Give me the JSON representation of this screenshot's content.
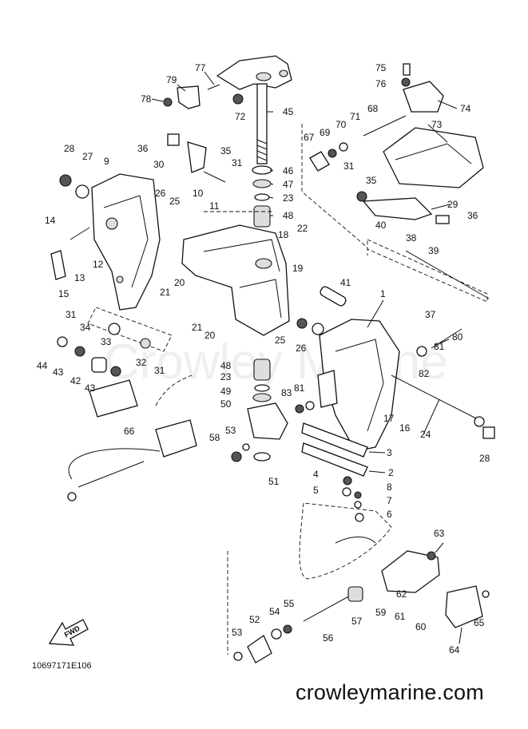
{
  "diagram": {
    "code": "10697171E106",
    "footer": "crowleymarine.com",
    "watermark": "Crowley Marine",
    "direction_label": "FWD",
    "part_numbers": [
      "1",
      "2",
      "3",
      "4",
      "5",
      "6",
      "7",
      "8",
      "9",
      "10",
      "11",
      "12",
      "13",
      "14",
      "15",
      "16",
      "17",
      "18",
      "19",
      "20",
      "21",
      "22",
      "23",
      "24",
      "25",
      "26",
      "27",
      "28",
      "29",
      "30",
      "31",
      "32",
      "33",
      "34",
      "35",
      "36",
      "37",
      "38",
      "39",
      "40",
      "41",
      "42",
      "43",
      "44",
      "45",
      "46",
      "47",
      "48",
      "49",
      "50",
      "51",
      "52",
      "53",
      "54",
      "55",
      "56",
      "57",
      "58",
      "59",
      "60",
      "61",
      "62",
      "63",
      "64",
      "65",
      "66",
      "67",
      "68",
      "69",
      "70",
      "71",
      "72",
      "73",
      "74",
      "75",
      "76",
      "77",
      "78",
      "79",
      "80",
      "81",
      "82",
      "83"
    ]
  }
}
